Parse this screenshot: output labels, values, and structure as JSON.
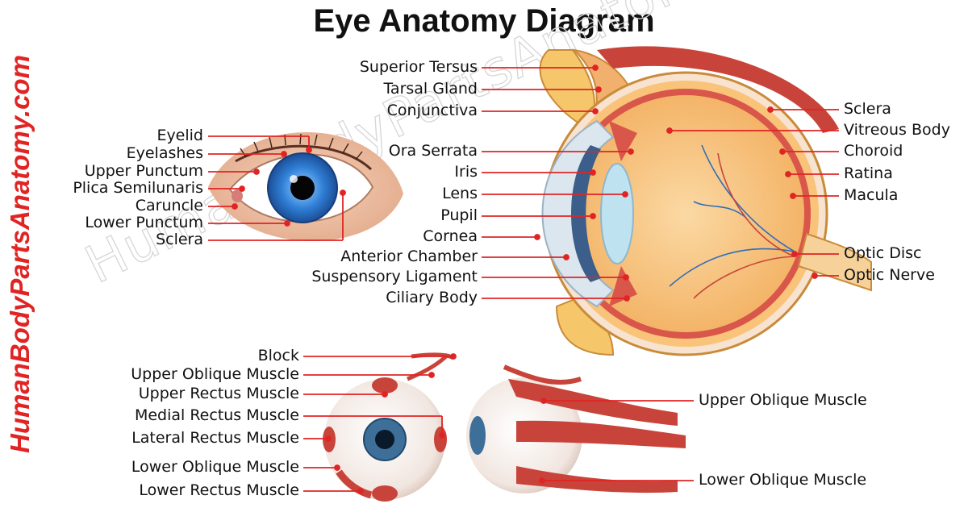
{
  "title": "Eye Anatomy Diagram",
  "watermark": "HumanBodyPartsAnatomy.com",
  "external_eye_labels": [
    "Eyelid",
    "Eyelashes",
    "Upper Punctum",
    "Plica Semilunaris",
    "Caruncle",
    "Lower Punctum",
    "Sclera"
  ],
  "cross_section_left_labels": [
    "Superior Tersus",
    "Tarsal Gland",
    "Conjunctiva",
    "Ora Serrata",
    "Iris",
    "Lens",
    "Pupil",
    "Cornea",
    "Anterior Chamber",
    "Suspensory Ligament",
    "Ciliary Body"
  ],
  "cross_section_right_labels": [
    "Sclera",
    "Vitreous Body",
    "Choroid",
    "Ratina",
    "Macula",
    "Optic Disc",
    "Optic Nerve"
  ],
  "front_muscle_labels": [
    "Block",
    "Upper Oblique Muscle",
    "Upper Rectus Muscle",
    "Medial Rectus Muscle",
    "Lateral Rectus Muscle",
    "Lower Oblique Muscle",
    "Lower Rectus Muscle"
  ],
  "side_muscle_labels": [
    "Upper Oblique Muscle",
    "Lower Oblique Muscle"
  ],
  "colors": {
    "label_line": "#e02424",
    "brand": "#e02424",
    "muscle": "#c8443a",
    "sclera": "#fdf0e6",
    "iris": "#2f76c9",
    "vitreous": "#f7c27a"
  }
}
